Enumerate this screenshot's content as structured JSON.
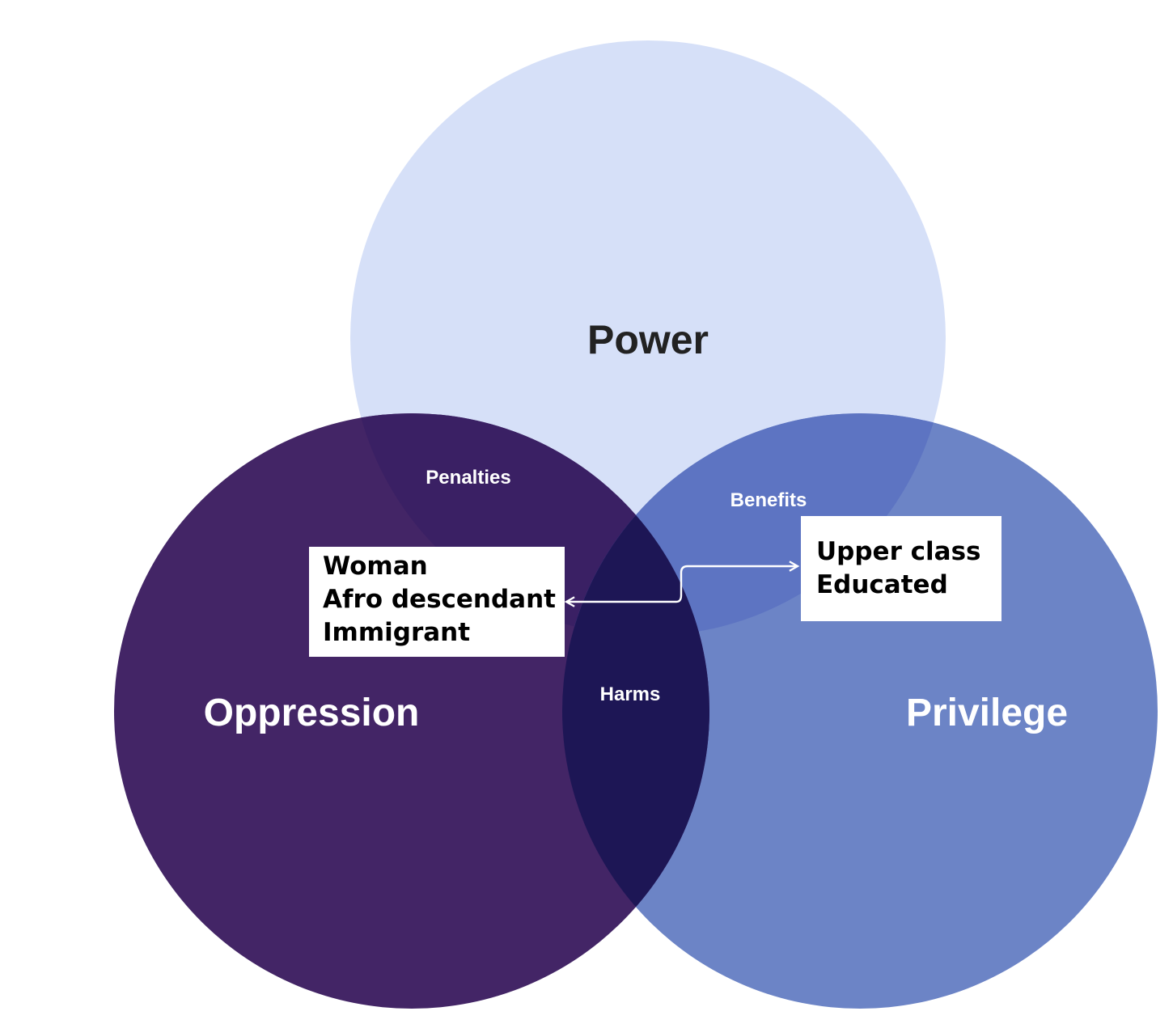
{
  "circles": {
    "power": {
      "label": "Power",
      "color": "#d6e0f8",
      "label_color": "#222222"
    },
    "oppression": {
      "label": "Oppression",
      "color": "#432566",
      "label_color": "#ffffff"
    },
    "privilege": {
      "label": "Privilege",
      "color": "#6c84c6",
      "label_color": "#ffffff"
    }
  },
  "overlaps": {
    "power_oppression": {
      "label": "Penalties",
      "color": "#3a2064"
    },
    "power_privilege": {
      "label": "Benefits",
      "color": "#5d74c2"
    },
    "oppression_privilege": {
      "label": "Harms",
      "color": "#1d1655"
    }
  },
  "callouts": {
    "oppression": {
      "lines": [
        "Woman",
        "Afro descendant",
        "Immigrant"
      ]
    },
    "privilege": {
      "lines": [
        "Upper class",
        "Educated"
      ]
    }
  },
  "connector": {
    "color": "#ffffff"
  }
}
